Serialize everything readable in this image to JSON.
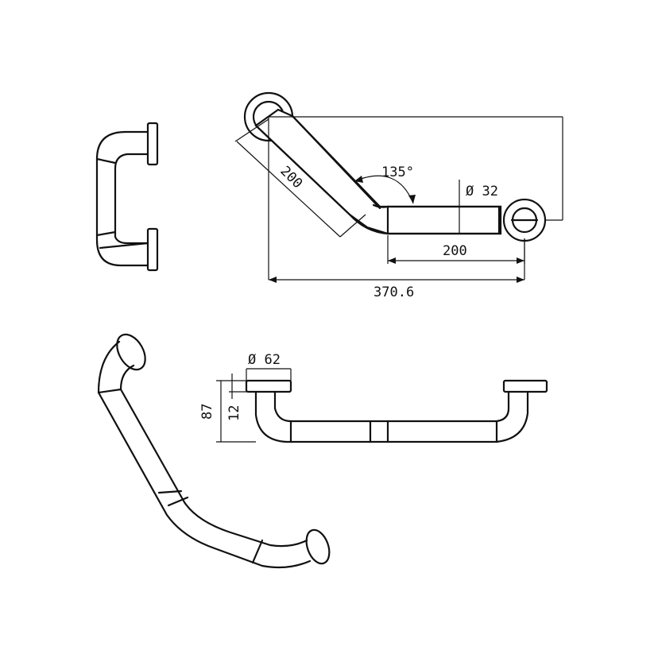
{
  "dimensions": {
    "angle": "135°",
    "diameter_tube": "Ø 32",
    "length_angled": "200",
    "length_straight": "200",
    "overall_length": "370.6",
    "diameter_flange": "Ø 62",
    "height": "87",
    "flange_thickness": "12"
  }
}
